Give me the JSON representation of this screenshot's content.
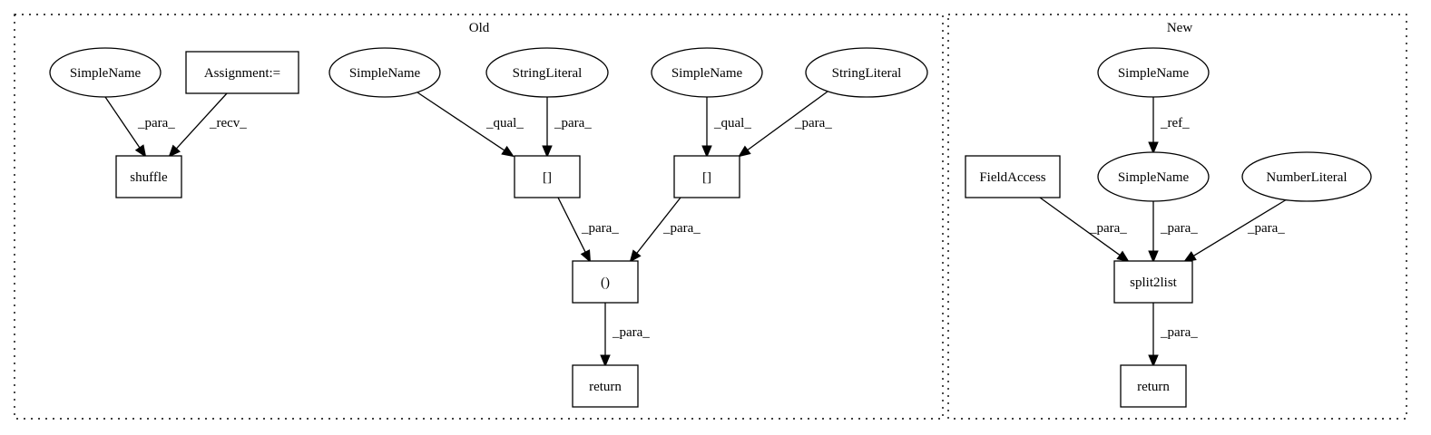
{
  "clusters": [
    {
      "id": "old",
      "label": "Old"
    },
    {
      "id": "new",
      "label": "New"
    }
  ],
  "nodes": [
    {
      "id": "o_sn1",
      "label": "SimpleName",
      "shape": "ellipse"
    },
    {
      "id": "o_assign",
      "label": "Assignment:=",
      "shape": "box"
    },
    {
      "id": "o_shuffle",
      "label": "shuffle",
      "shape": "box"
    },
    {
      "id": "o_sn2",
      "label": "SimpleName",
      "shape": "ellipse"
    },
    {
      "id": "o_sl1",
      "label": "StringLiteral",
      "shape": "ellipse"
    },
    {
      "id": "o_sn3",
      "label": "SimpleName",
      "shape": "ellipse"
    },
    {
      "id": "o_sl2",
      "label": "StringLiteral",
      "shape": "ellipse"
    },
    {
      "id": "o_idx1",
      "label": "[]",
      "shape": "box"
    },
    {
      "id": "o_idx2",
      "label": "[]",
      "shape": "box"
    },
    {
      "id": "o_paren",
      "label": "()",
      "shape": "box"
    },
    {
      "id": "o_return",
      "label": "return",
      "shape": "box"
    },
    {
      "id": "n_sn_top",
      "label": "SimpleName",
      "shape": "ellipse"
    },
    {
      "id": "n_fa",
      "label": "FieldAccess",
      "shape": "box"
    },
    {
      "id": "n_sn_mid",
      "label": "SimpleName",
      "shape": "ellipse"
    },
    {
      "id": "n_num",
      "label": "NumberLiteral",
      "shape": "ellipse"
    },
    {
      "id": "n_split",
      "label": "split2list",
      "shape": "box"
    },
    {
      "id": "n_return",
      "label": "return",
      "shape": "box"
    }
  ],
  "edges": [
    {
      "from": "o_sn1",
      "to": "o_shuffle",
      "label": "_para_"
    },
    {
      "from": "o_assign",
      "to": "o_shuffle",
      "label": "_recv_"
    },
    {
      "from": "o_sn2",
      "to": "o_idx1",
      "label": "_qual_"
    },
    {
      "from": "o_sl1",
      "to": "o_idx1",
      "label": "_para_"
    },
    {
      "from": "o_sn3",
      "to": "o_idx2",
      "label": "_qual_"
    },
    {
      "from": "o_sl2",
      "to": "o_idx2",
      "label": "_para_"
    },
    {
      "from": "o_idx1",
      "to": "o_paren",
      "label": "_para_"
    },
    {
      "from": "o_idx2",
      "to": "o_paren",
      "label": "_para_"
    },
    {
      "from": "o_paren",
      "to": "o_return",
      "label": "_para_"
    },
    {
      "from": "n_sn_top",
      "to": "n_sn_mid",
      "label": "_ref_"
    },
    {
      "from": "n_fa",
      "to": "n_split",
      "label": "_para_"
    },
    {
      "from": "n_sn_mid",
      "to": "n_split",
      "label": "_para_"
    },
    {
      "from": "n_num",
      "to": "n_split",
      "label": "_para_"
    },
    {
      "from": "n_split",
      "to": "n_return",
      "label": "_para_"
    }
  ]
}
